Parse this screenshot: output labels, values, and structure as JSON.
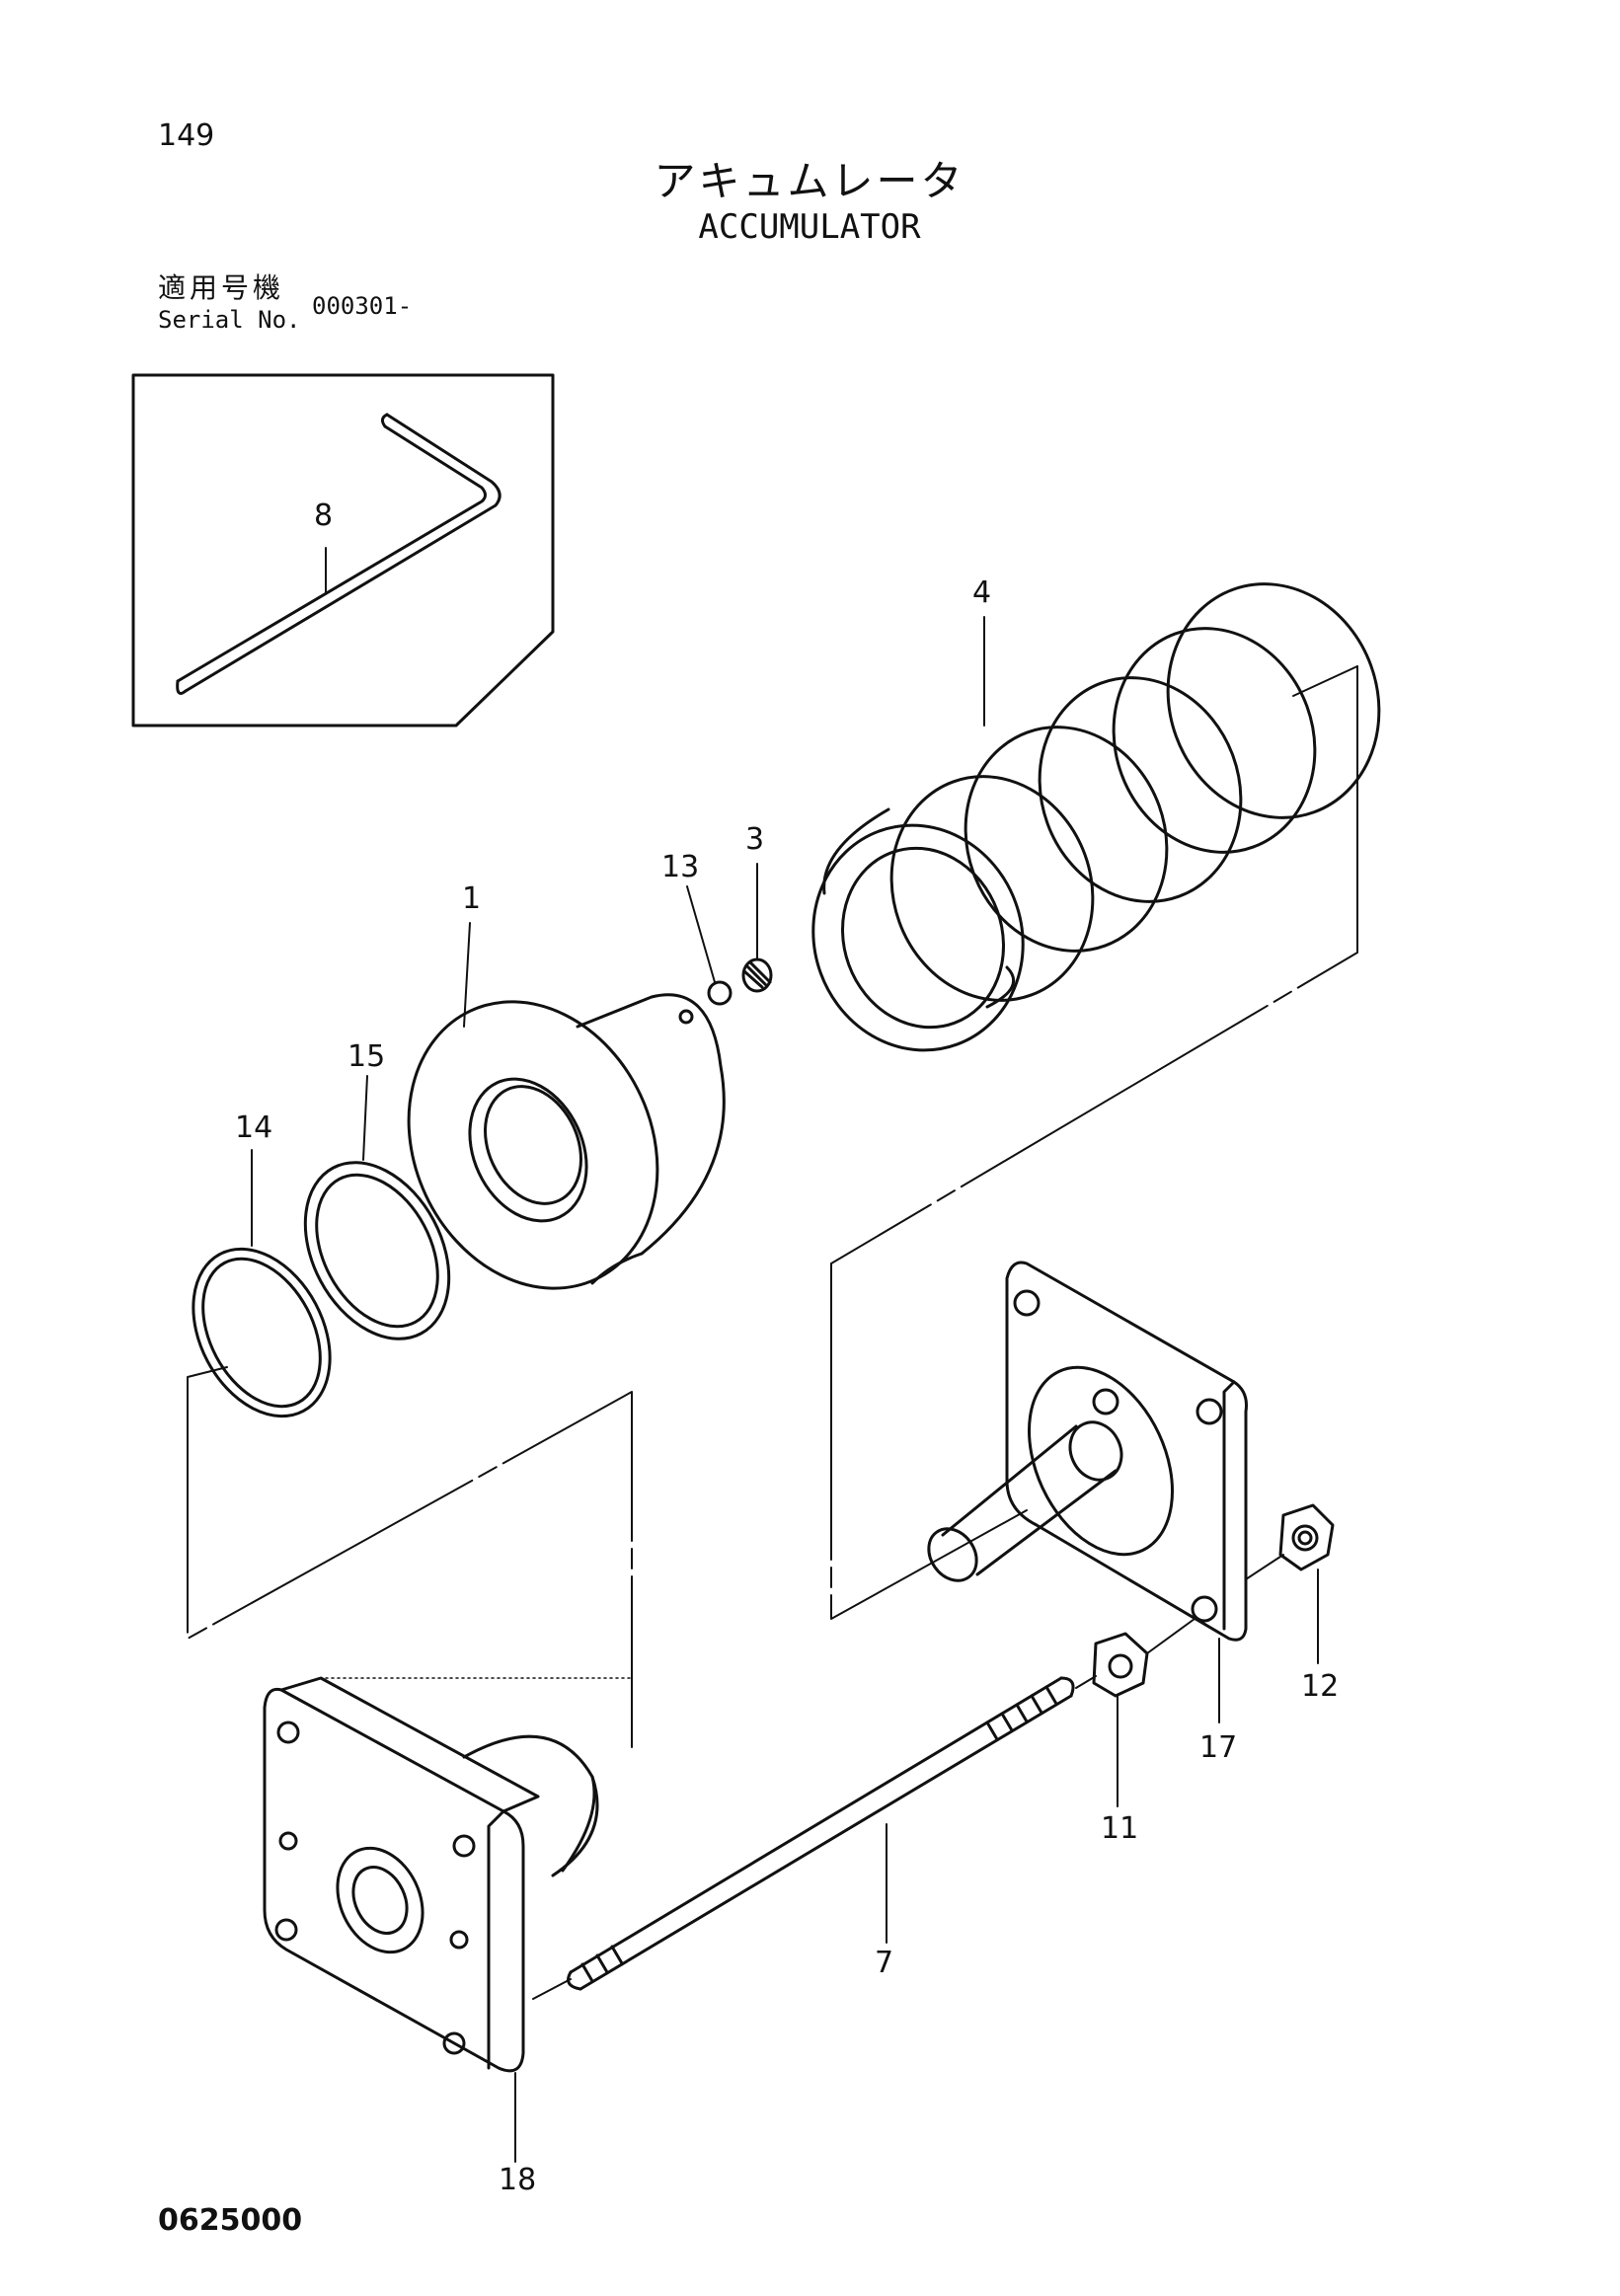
{
  "header": {
    "page_number": "149",
    "title_jp": "アキュムレータ",
    "title_en": "ACCUMULATOR",
    "serial_label_jp": "適用号機",
    "serial_label_en": "Serial No.",
    "serial_value": "000301-"
  },
  "footer": {
    "doc_code": "0625000"
  },
  "callouts": {
    "c1": "1",
    "c3": "3",
    "c4": "4",
    "c7": "7",
    "c8": "8",
    "c11": "11",
    "c12": "12",
    "c13": "13",
    "c14": "14",
    "c15": "15",
    "c17": "17",
    "c18": "18"
  }
}
